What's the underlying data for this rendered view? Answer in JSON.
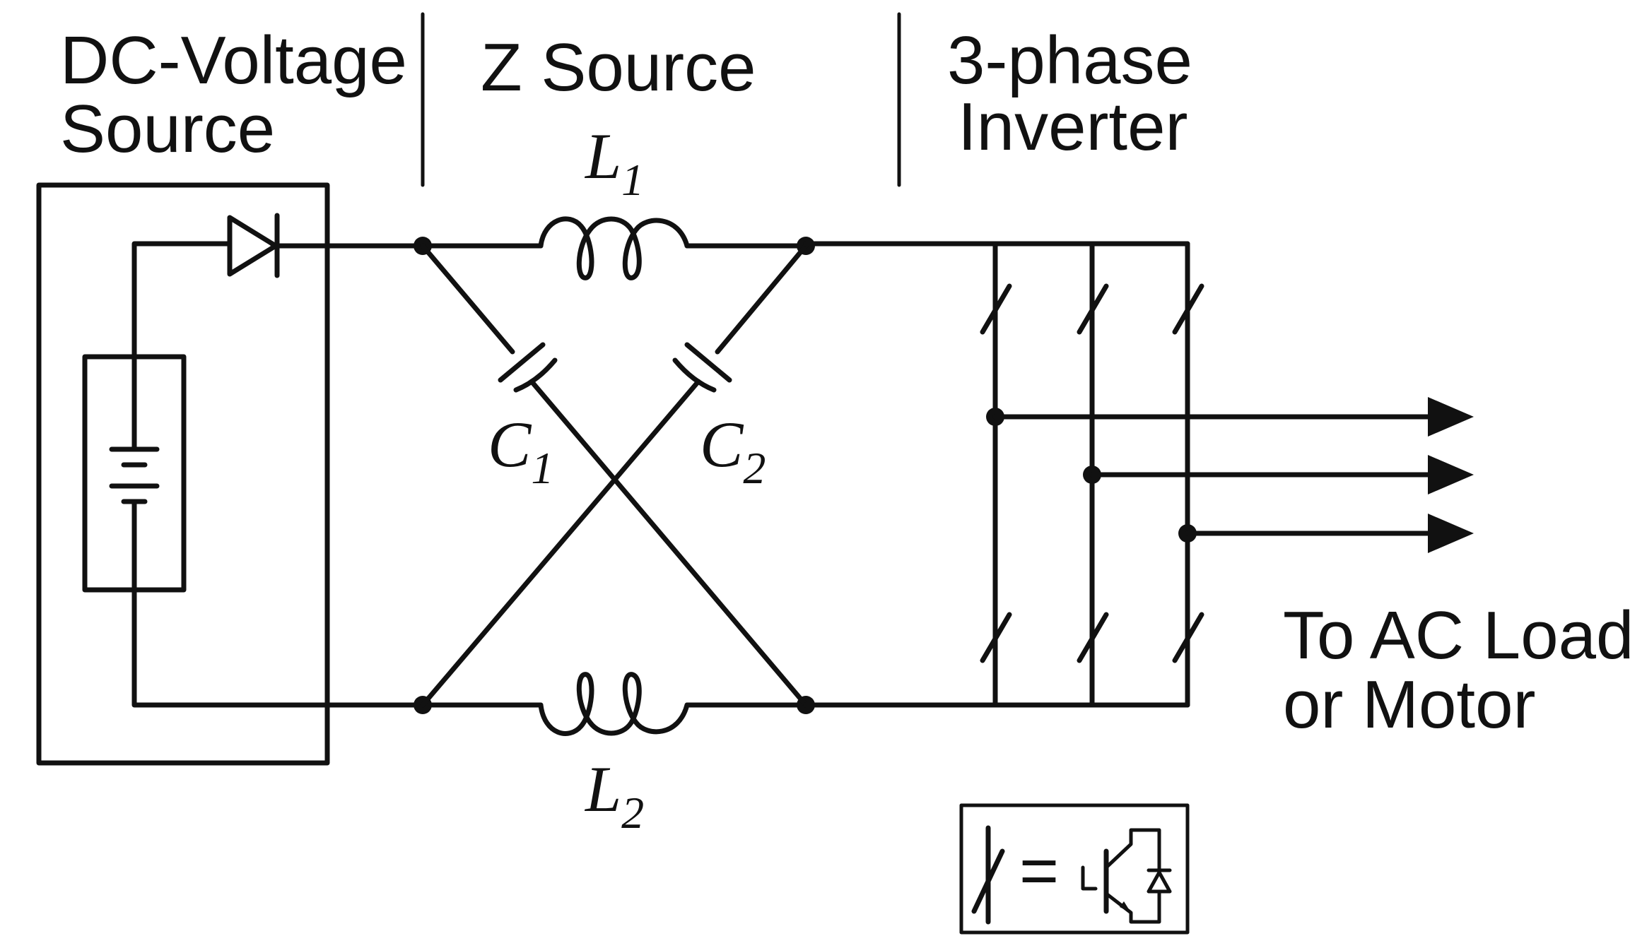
{
  "sections": {
    "dc_source": [
      "DC-Voltage",
      "Source"
    ],
    "z_source": "Z Source",
    "inverter": [
      "3-phase",
      "Inverter"
    ]
  },
  "components": {
    "l1": {
      "main": "L",
      "sub": "1"
    },
    "l2": {
      "main": "L",
      "sub": "2"
    },
    "c1": {
      "main": "C",
      "sub": "1"
    },
    "c2": {
      "main": "C",
      "sub": "2"
    }
  },
  "output_label": [
    "To AC Load",
    "or Motor"
  ],
  "legend": {
    "equals": "="
  }
}
